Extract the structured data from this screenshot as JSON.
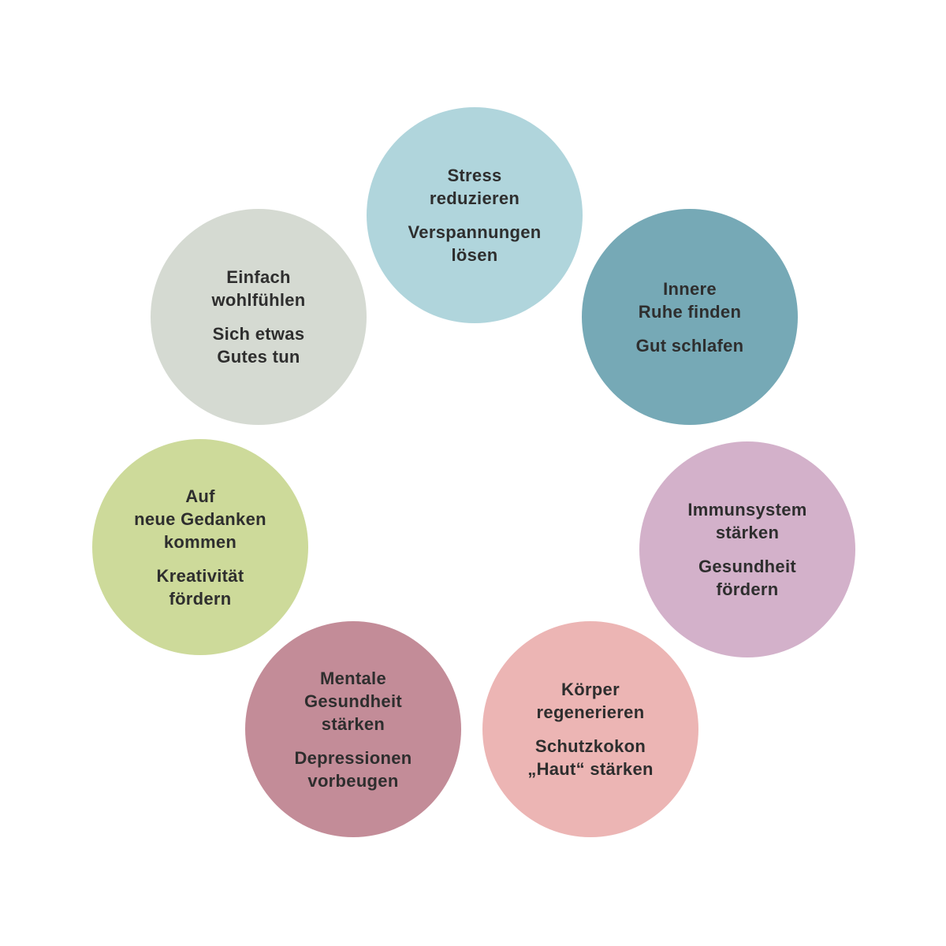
{
  "circles": [
    {
      "id": "stress",
      "color": "#b0d5dc",
      "groups": [
        [
          "Stress",
          "reduzieren"
        ],
        [
          "Verspannungen",
          "lösen"
        ]
      ]
    },
    {
      "id": "ruhe",
      "color": "#76a9b6",
      "groups": [
        [
          "Innere",
          "Ruhe finden"
        ],
        [
          "Gut schlafen"
        ]
      ]
    },
    {
      "id": "immun",
      "color": "#d3b1ca",
      "groups": [
        [
          "Immunsystem",
          "stärken"
        ],
        [
          "Gesundheit",
          "fördern"
        ]
      ]
    },
    {
      "id": "koerper",
      "color": "#ecb5b4",
      "groups": [
        [
          "Körper",
          "regenerieren"
        ],
        [
          "Schutzkokon",
          "„Haut“ stärken"
        ]
      ]
    },
    {
      "id": "mental",
      "color": "#c38c98",
      "groups": [
        [
          "Mentale",
          "Gesundheit",
          "stärken"
        ],
        [
          "Depressionen",
          "vorbeugen"
        ]
      ]
    },
    {
      "id": "kreativ",
      "color": "#cdda9a",
      "groups": [
        [
          "Auf",
          "neue Gedanken",
          "kommen"
        ],
        [
          "Kreativität",
          "fördern"
        ]
      ]
    },
    {
      "id": "wohl",
      "color": "#d5dad2",
      "groups": [
        [
          "Einfach",
          "wohlfühlen"
        ],
        [
          "Sich etwas",
          "Gutes tun"
        ]
      ]
    }
  ]
}
